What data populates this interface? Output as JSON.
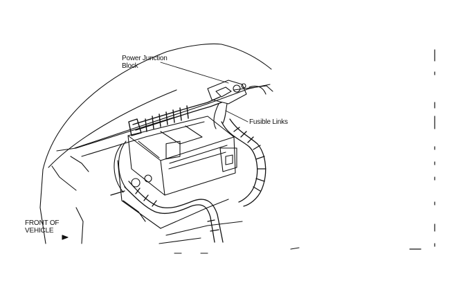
{
  "labels": {
    "power_junction_block_line1": "Power Junction",
    "power_junction_block_line2": "Block",
    "fusible_links": "Fusible Links",
    "front_of_vehicle_line1": "FRONT OF",
    "front_of_vehicle_line2": "VEHICLE"
  },
  "colors": {
    "ink": "#111111",
    "paper": "#ffffff"
  }
}
